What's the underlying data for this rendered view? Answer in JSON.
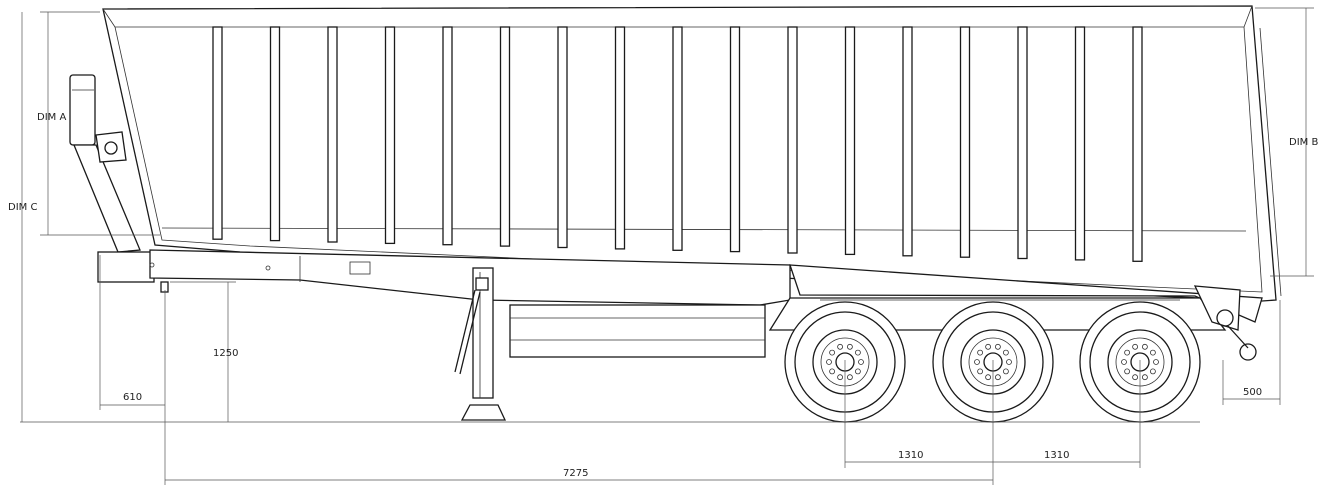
{
  "drawing": {
    "labels": {
      "dim_a": "DIM A",
      "dim_b": "DIM B",
      "dim_c": "DIM C",
      "front_overhang": "610",
      "fifth_wheel_height": "1250",
      "axle_spacing_1": "1310",
      "axle_spacing_2": "1310",
      "kingpin_to_axle": "7275",
      "rear_overhang": "500"
    }
  }
}
